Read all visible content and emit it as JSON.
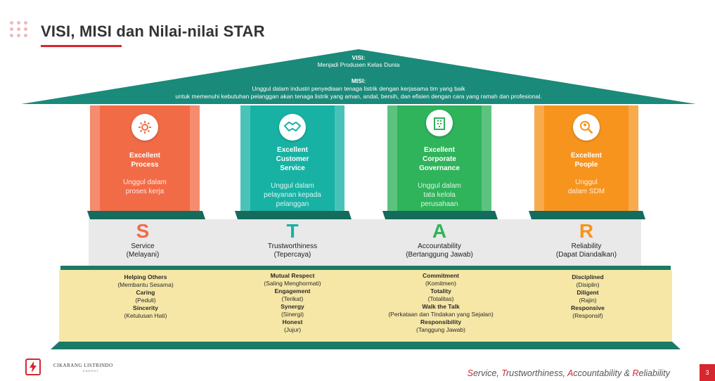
{
  "header": {
    "title": "VISI, MISI dan Nilai-nilai STAR"
  },
  "roof": {
    "visi_label": "VISI:",
    "visi_text": "Menjadi Produsen Kelas Dunia",
    "misi_label": "MISI:",
    "misi_line1": "Unggul dalam industri penyediaan tenaga listrik dengan kerjasama tim yang baik",
    "misi_line2": "untuk memenuhi kebutuhan pelanggan akan tenaga listrik yang aman, andal, bersih, dan efisien dengan cara yang ramah dan profesional."
  },
  "pillars": [
    {
      "title1": "Excellent",
      "title2": "Process",
      "title3": "",
      "desc1": "Unggul dalam",
      "desc2": "proses kerja",
      "desc3": "",
      "icon": "gear-cycle-icon",
      "color": "#f26b47"
    },
    {
      "title1": "Excellent",
      "title2": "Customer",
      "title3": "Service",
      "desc1": "Unggul dalam",
      "desc2": "pelayanan kepada",
      "desc3": "pelanggan",
      "icon": "handshake-icon",
      "color": "#17b2a4"
    },
    {
      "title1": "Excellent",
      "title2": "Corporate",
      "title3": "Governance",
      "desc1": "Unggul dalam",
      "desc2": "tata kelola",
      "desc3": "perusahaan",
      "icon": "building-icon",
      "color": "#2fb35b"
    },
    {
      "title1": "Excellent",
      "title2": "People",
      "title3": "",
      "desc1": "Unggul",
      "desc2": "dalam SDM",
      "desc3": "",
      "icon": "person-search-icon",
      "color": "#f7941d"
    }
  ],
  "star": [
    {
      "letter": "S",
      "name": "Service",
      "meaning": "(Melayani)",
      "color": "#f26b47"
    },
    {
      "letter": "T",
      "name": "Trustworthiness",
      "meaning": "(Tepercaya)",
      "color": "#17b2a4"
    },
    {
      "letter": "A",
      "name": "Accountability",
      "meaning": "(Bertanggung Jawab)",
      "color": "#2fb35b"
    },
    {
      "letter": "R",
      "name": "Reliability",
      "meaning": "(Dapat Diandalkan)",
      "color": "#f7941d"
    }
  ],
  "base": [
    {
      "lines": [
        {
          "bold": "Helping Others",
          "sub": "(Membantu Sesama)"
        },
        {
          "bold": "Caring",
          "sub": "(Peduli)"
        },
        {
          "bold": "Sincerity",
          "sub": "(Ketulusan Hati)"
        }
      ]
    },
    {
      "lines": [
        {
          "bold": "Mutual Respect",
          "sub": "(Saling Menghormati)"
        },
        {
          "bold": "Engagement",
          "sub": "(Terikat)"
        },
        {
          "bold": "Synergy",
          "sub": "(Sinergi)"
        },
        {
          "bold": "Honest",
          "sub": "(Jujur)"
        }
      ]
    },
    {
      "lines": [
        {
          "bold": "Commitment",
          "sub": "(Komitmen)"
        },
        {
          "bold": "Totality",
          "sub": "(Totalitas)"
        },
        {
          "bold": "Walk the Talk",
          "sub": "(Perkataan dan Tindakan yang Sejalan)"
        },
        {
          "bold": "Responsibility",
          "sub": "(Tanggung Jawab)"
        }
      ]
    },
    {
      "lines": [
        {
          "bold": "Disciplined",
          "sub": "(Disiplin)"
        },
        {
          "bold": "Diligent",
          "sub": "(Rajin)"
        },
        {
          "bold": "Responsive",
          "sub": "(Responsif)"
        }
      ]
    }
  ],
  "footer": {
    "company": "CIKARANG LISTRINDO",
    "company_sub": "ENERGY",
    "tagline_s": "S",
    "tagline_s_rest": "ervice, ",
    "tagline_t": "T",
    "tagline_t_rest": "rustworthiness, ",
    "tagline_a": "A",
    "tagline_a_rest": "ccountability & ",
    "tagline_r": "R",
    "tagline_r_rest": "eliability",
    "page_number": "3"
  },
  "colors": {
    "roof": "#1a8a7a",
    "base": "#f7e7a6",
    "star_band": "#e9e9e9",
    "accent": "#d7262e"
  }
}
